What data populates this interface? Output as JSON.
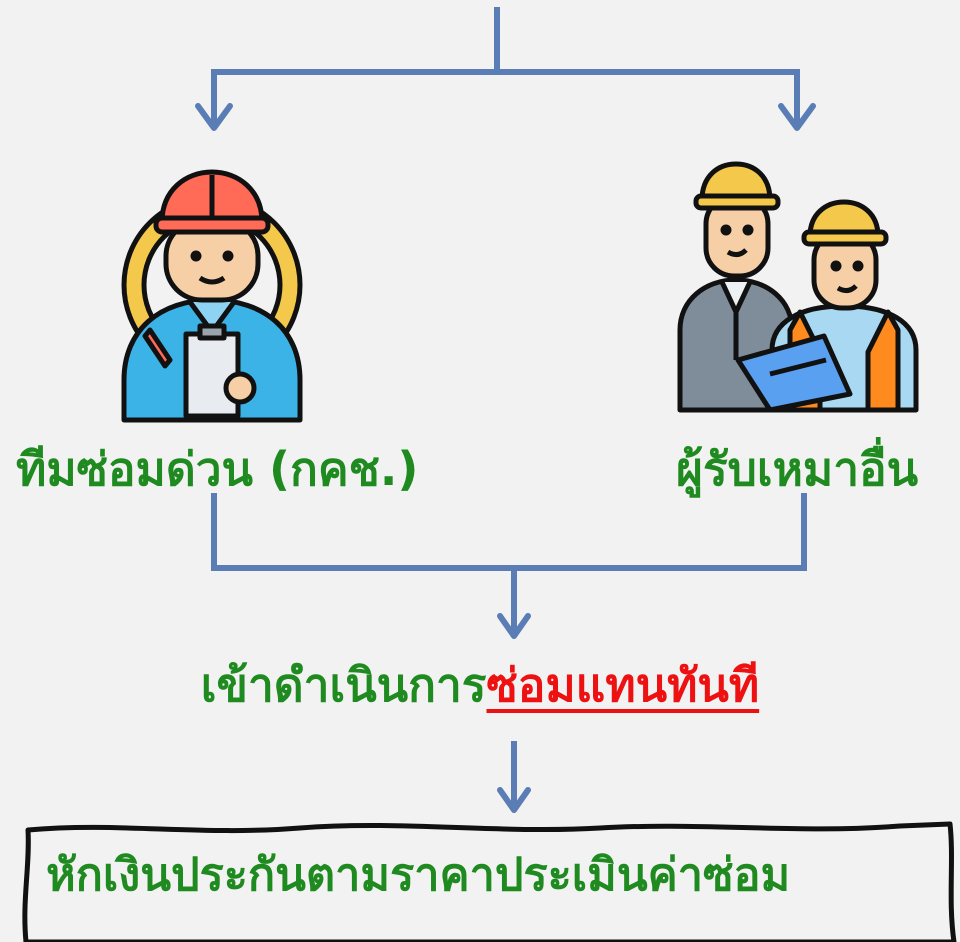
{
  "colors": {
    "background": "#f2f2f2",
    "connector": "#5b7db6",
    "label_green": "#1f8a1f",
    "highlight_red": "#ee1111",
    "box_border": "#111111"
  },
  "icons": {
    "left": "engineer-with-clipboard-icon",
    "right": "construction-contractors-icon"
  },
  "left_option": {
    "label": "ทีมซ่อมด่วน (กคช.)"
  },
  "right_option": {
    "label": "ผู้รับเหมาอื่น"
  },
  "action": {
    "prefix": "เข้าดำเนินการ",
    "highlight": "ซ่อมแทนทันที"
  },
  "result": {
    "text": "หักเงินประกันตามราคาประเมินค่าซ่อม"
  }
}
